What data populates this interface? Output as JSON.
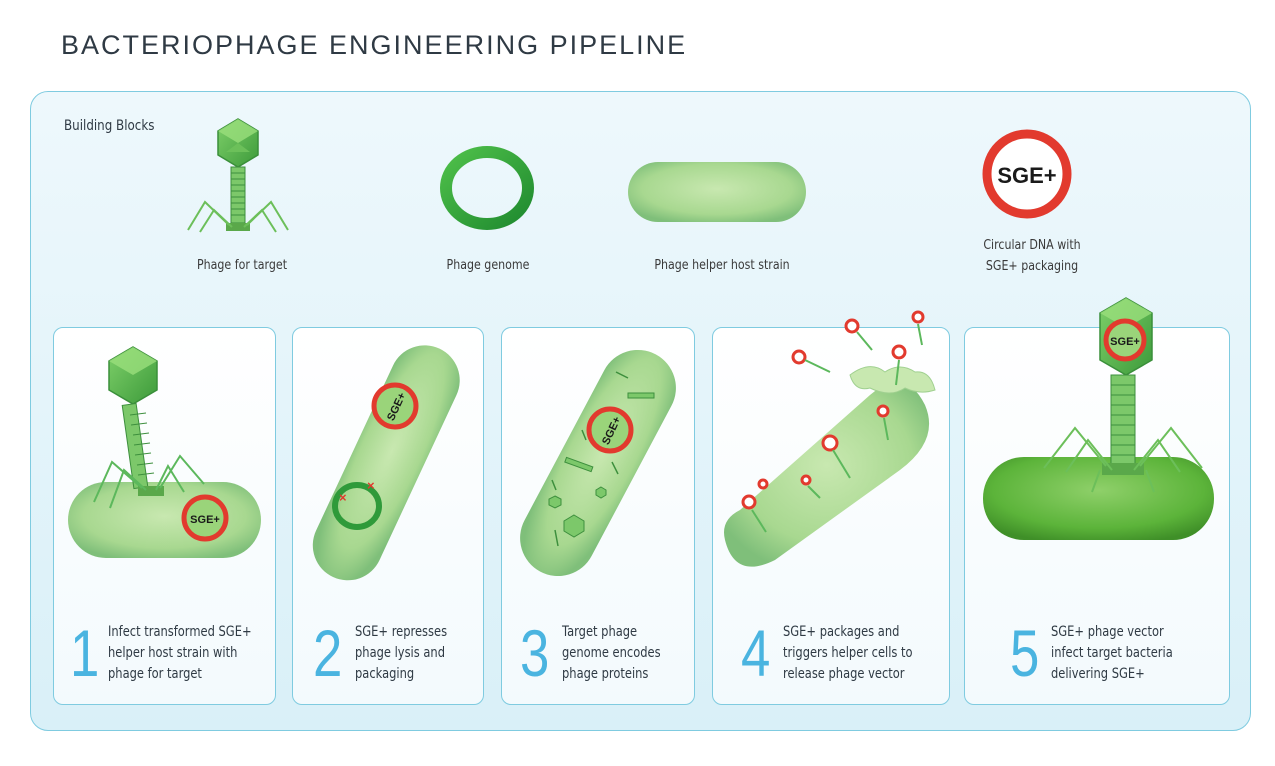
{
  "title": "BACTERIOPHAGE ENGINEERING PIPELINE",
  "building_blocks": {
    "heading": "Building Blocks",
    "items": [
      {
        "label": "Phage for target",
        "icon": "phage-icon"
      },
      {
        "label": "Phage genome",
        "icon": "genome-ring-icon"
      },
      {
        "label": "Phage helper host strain",
        "icon": "bacterium-icon"
      },
      {
        "label": "Circular DNA with\nSGE+ packaging",
        "icon": "sge-plasmid-icon",
        "badge": "SGE+"
      }
    ]
  },
  "steps": [
    {
      "number": "1",
      "text": "Infect transformed SGE+\nhelper host strain with\nphage for target",
      "badge": "SGE+"
    },
    {
      "number": "2",
      "text": "SGE+ represses\nphage lysis and\npackaging",
      "badge": "SGE+"
    },
    {
      "number": "3",
      "text": "Target phage\ngenome encodes\nphage proteins",
      "badge": "SGE+"
    },
    {
      "number": "4",
      "text": "SGE+ packages and\ntriggers helper cells to\nrelease phage vector"
    },
    {
      "number": "5",
      "text": "SGE+ phage vector\ninfect target bacteria\ndelivering SGE+",
      "badge": "SGE+"
    }
  ],
  "colors": {
    "accent_blue": "#4ab4e0",
    "border_blue": "#7fcbe0",
    "phage_green": "#5cb85c",
    "sge_red": "#e23a2e"
  }
}
